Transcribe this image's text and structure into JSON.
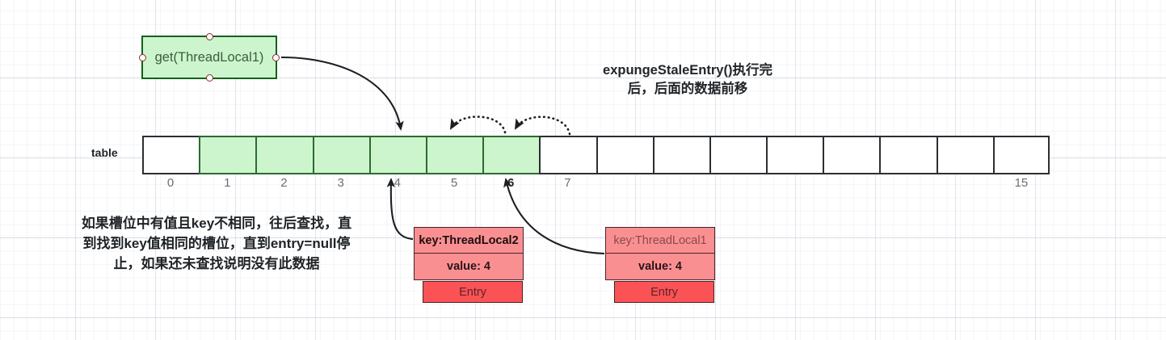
{
  "process_box": {
    "label": "get(ThreadLocal1)"
  },
  "title": {
    "line1": "expungeStaleEntry()执行完",
    "line2": "后，后面的数据前移"
  },
  "table": {
    "label": "table",
    "cells": [
      {
        "index": "0",
        "filled": false
      },
      {
        "index": "1",
        "filled": true
      },
      {
        "index": "2",
        "filled": true
      },
      {
        "index": "3",
        "filled": true
      },
      {
        "index": "4",
        "filled": true
      },
      {
        "index": "5",
        "filled": true
      },
      {
        "index": "6",
        "filled": true
      },
      {
        "index": "7",
        "filled": false
      },
      {
        "index": "",
        "filled": false
      },
      {
        "index": "",
        "filled": false
      },
      {
        "index": "",
        "filled": false
      },
      {
        "index": "",
        "filled": false
      },
      {
        "index": "",
        "filled": false
      },
      {
        "index": "",
        "filled": false
      },
      {
        "index": "",
        "filled": false
      },
      {
        "index": "15",
        "filled": false
      }
    ],
    "highlight_index": "6"
  },
  "note": {
    "line1": "如果槽位中有值且key不相同，往后查找，直",
    "line2": "到找到key值相同的槽位，直到entry=null停",
    "line3": "止，如果还未查找说明没有此数据"
  },
  "entries": [
    {
      "key": "key:ThreadLocal2",
      "value": "value: 4",
      "footer": "Entry"
    },
    {
      "key": "key:ThreadLocal1",
      "value": "value: 4",
      "footer": "Entry"
    }
  ],
  "colors": {
    "green_fill": "#ccf5cd",
    "green_border": "#2d6a31",
    "entry_fill": "#fa8f92",
    "entry_footer": "#fb5256",
    "cell_border": "#2b2f33",
    "connector": "#1d1f21"
  }
}
